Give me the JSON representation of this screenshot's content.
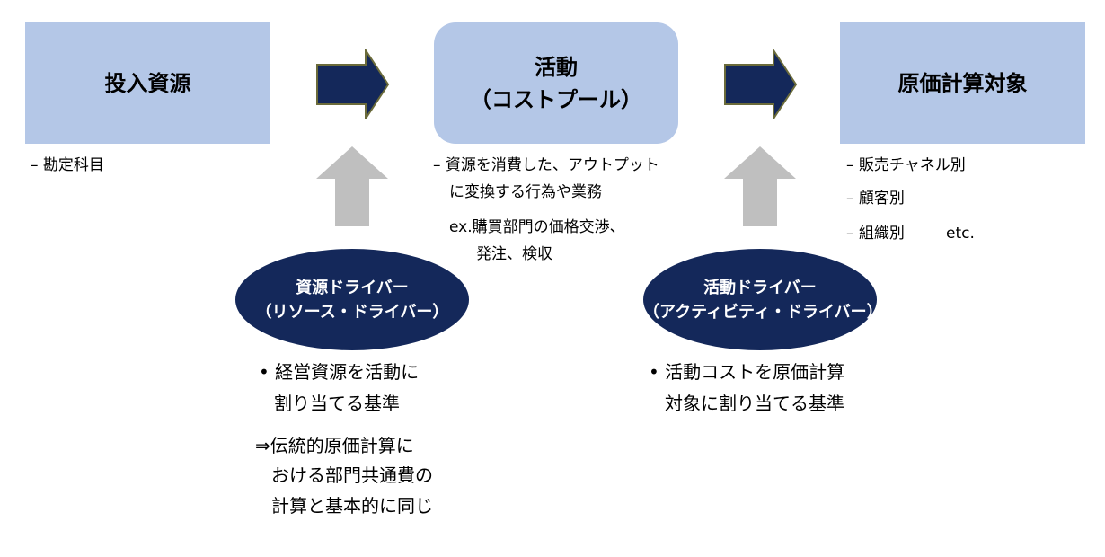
{
  "boxes": {
    "resource": "投入資源",
    "activity_line1": "活動",
    "activity_line2": "（コストプール）",
    "cost_object": "原価計算対象"
  },
  "resource_notes": [
    "– 勘定科目"
  ],
  "activity_notes": {
    "line1": "– 資源を消費した、アウトプット",
    "line2": "に変換する行為や業務",
    "example1": "ex.購買部門の価格交渉、",
    "example2": "発注、検収"
  },
  "cost_object_notes": [
    "– 販売チャネル別",
    "– 顧客別",
    "– 組織別",
    "etc."
  ],
  "resource_driver": {
    "title": "資源ドライバー",
    "subtitle": "（リソース・ドライバー）",
    "bullet_line1": "• 経営資源を活動に",
    "bullet_line2": "割り当てる基準",
    "note_line1": "⇒伝統的原価計算に",
    "note_line2": "おける部門共通費の",
    "note_line3": "計算と基本的に同じ"
  },
  "activity_driver": {
    "title": "活動ドライバー",
    "subtitle": "（アクティビティ・ドライバー）",
    "bullet_line1": "• 活動コストを原価計算",
    "bullet_line2": "対象に割り当てる基準"
  },
  "colors": {
    "box_fill": "#b4c7e7",
    "arrow_fill": "#14285a",
    "arrow_stroke": "#6b6b3a",
    "up_arrow_fill": "#bfbfbf",
    "ellipse_fill": "#14285a"
  },
  "icons": {
    "flow_arrow": "right-arrow-icon",
    "driver_arrow": "up-arrow-icon"
  }
}
